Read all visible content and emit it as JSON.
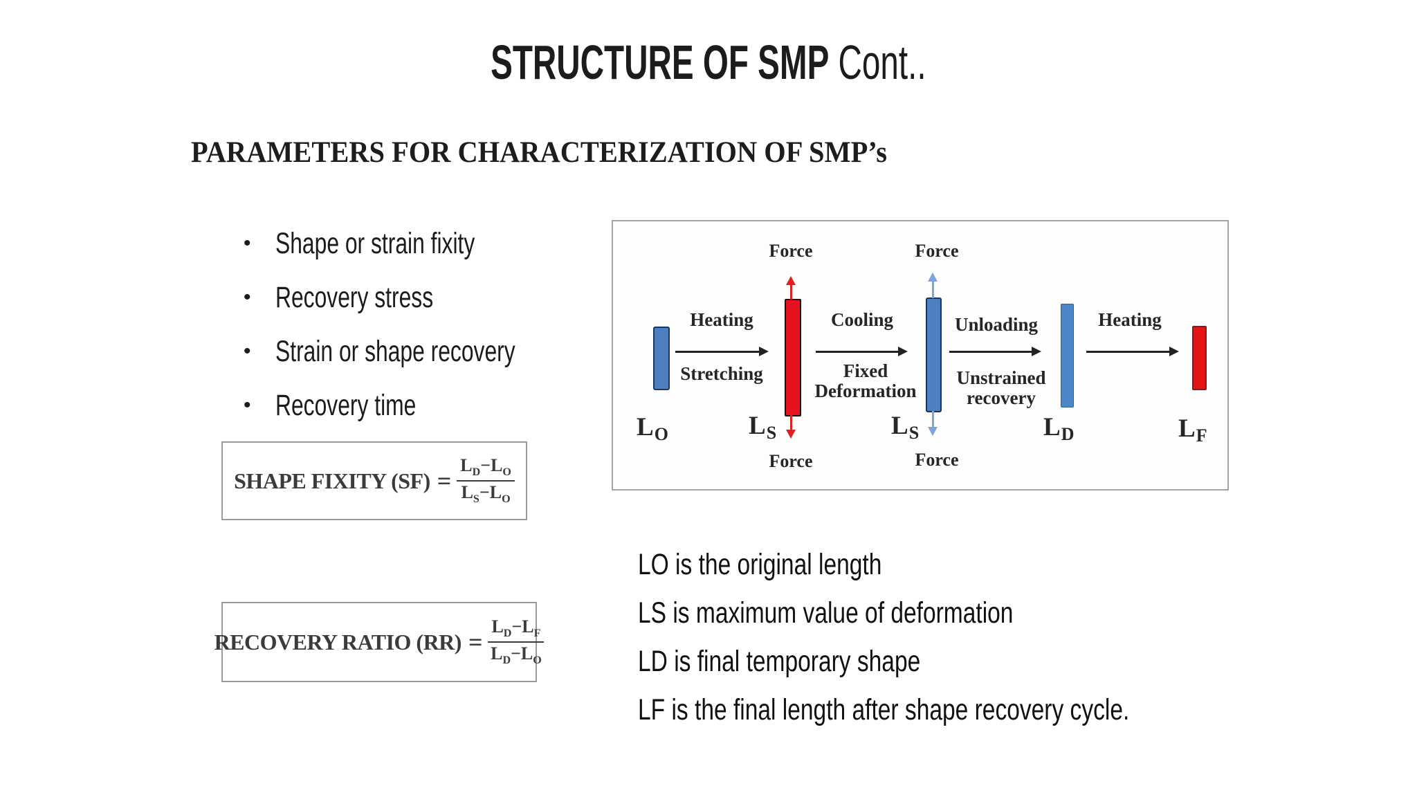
{
  "slide": {
    "title_bold": "STRUCTURE OF SMP",
    "title_regular": " Cont..",
    "section_heading": "PARAMETERS FOR CHARACTERIZATION OF SMP’s",
    "bullet_char": "•",
    "bullets": [
      "Shape or strain fixity",
      "Recovery stress",
      "Strain or shape recovery",
      "Recovery time"
    ]
  },
  "formula_sf": {
    "label": "SHAPE FIXITY (SF)",
    "equals": "=",
    "num_1": "L",
    "num_1_sub": "D",
    "num_minus": "−",
    "num_2": "L",
    "num_2_sub": "O",
    "den_1": "L",
    "den_1_sub": "S",
    "den_minus": "−",
    "den_2": "L",
    "den_2_sub": "O"
  },
  "formula_rr": {
    "label": "RECOVERY RATIO (RR)",
    "equals": "=",
    "num_1": "L",
    "num_1_sub": "D",
    "num_minus": "−",
    "num_2": "L",
    "num_2_sub": "F",
    "den_1": "L",
    "den_1_sub": "D",
    "den_minus": "−",
    "den_2": "L",
    "den_2_sub": "O"
  },
  "diagram": {
    "force_top_left": "Force",
    "force_top_right": "Force",
    "force_bottom_left": "Force",
    "force_bottom_right": "Force",
    "step1_above": "Heating",
    "step1_below": "Stretching",
    "step2_above": "Cooling",
    "step2_below_line1": "Fixed",
    "step2_below_line2": "Deformation",
    "step3_above": "Unloading",
    "step3_below_line1": "Unstrained",
    "step3_below_line2": "recovery",
    "step4_above": "Heating",
    "len_o_base": "L",
    "len_o_sub": "O",
    "len_s1_base": "L",
    "len_s1_sub": "S",
    "len_s2_base": "L",
    "len_s2_sub": "S",
    "len_d_base": "L",
    "len_d_sub": "D",
    "len_f_base": "L",
    "len_f_sub": "F"
  },
  "legend": {
    "lines": [
      "LO is the original length",
      "LS is maximum value of deformation",
      "LD is final temporary shape",
      "LF is the final length after shape recovery cycle."
    ]
  },
  "colors": {
    "bar_blue": "#4d7fc1",
    "bar_blue_border": "#17375d",
    "bar_red": "#e8111f",
    "bar_red_border": "#141414",
    "arrow_red": "#e02020",
    "arrow_blue": "#7da2dc",
    "arrow_black": "#222222",
    "box_border": "#a3a3a3",
    "text": "#1c1c1c"
  }
}
